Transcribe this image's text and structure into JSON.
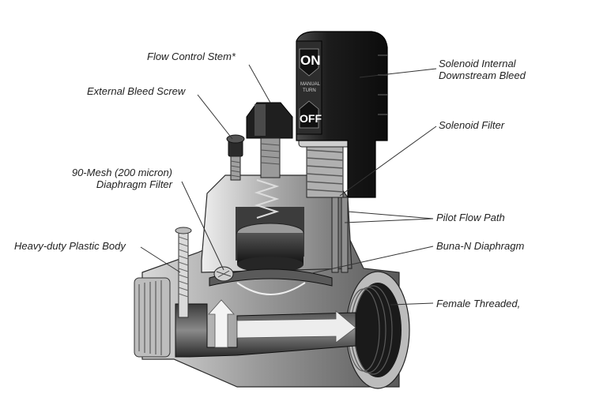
{
  "labels": {
    "flow_control_stem": "Flow Control Stem*",
    "external_bleed_screw": "External Bleed Screw",
    "mesh_filter_line1": "90-Mesh (200 micron)",
    "mesh_filter_line2": "Diaphragm Filter",
    "plastic_body": "Heavy-duty Plastic Body",
    "solenoid_bleed_line1": "Solenoid Internal",
    "solenoid_bleed_line2": "Downstream Bleed",
    "solenoid_filter": "Solenoid Filter",
    "pilot_flow_path": "Pilot Flow Path",
    "diaphragm": "Buna-N Diaphragm",
    "female_threaded": "Female Threaded,"
  },
  "solenoid": {
    "on_text": "ON",
    "off_text": "OFF",
    "manual_text_1": "MANUAL",
    "manual_text_2": "TURN"
  },
  "colors": {
    "leader": "#333333",
    "body_dark": "#1e1e1e",
    "body_mid": "#6e6e6e",
    "body_light": "#c8c8c8"
  }
}
